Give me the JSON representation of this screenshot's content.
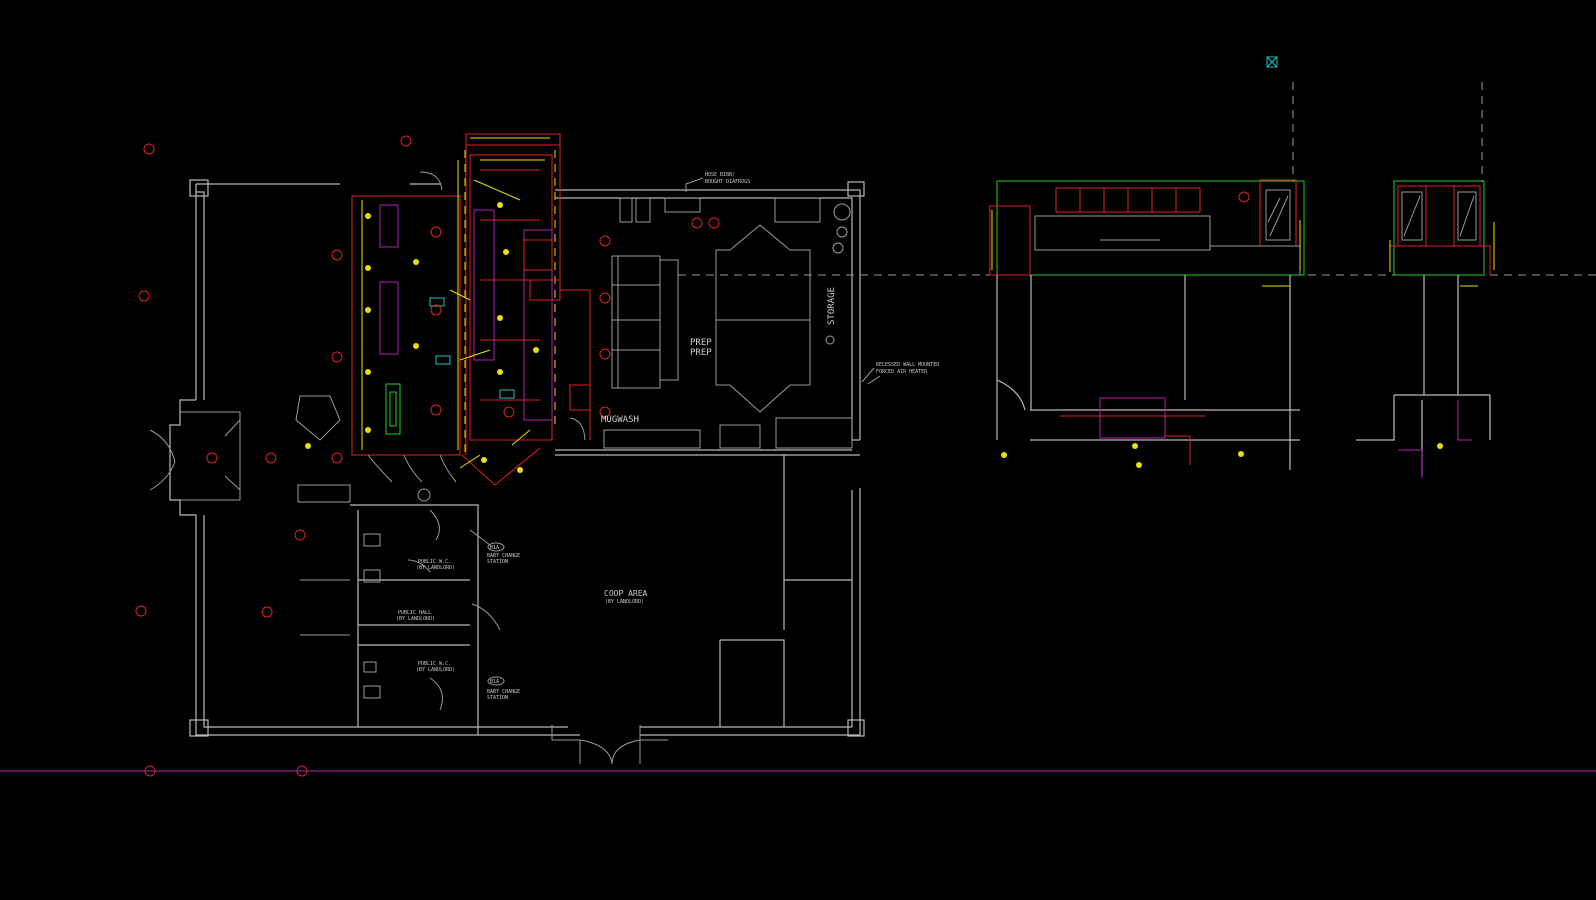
{
  "drawing": {
    "rooms": {
      "prep": "PREP",
      "prep2": "PREP",
      "storage": "STORAGE",
      "mugwash": "MUGWASH",
      "coop_area": "COOP AREA",
      "coop_area_note": "(BY LANDLORD)",
      "public_wc_1": "PUBLIC W.C.",
      "public_wc_1_note": "(BY LANDLORD)",
      "public_hall": "PUBLIC HALL",
      "public_hall_note": "(BY LANDLORD)",
      "public_wc_2": "PUBLIC W.C.",
      "public_wc_2_note": "(BY LANDLORD)"
    },
    "notes": {
      "heater_1": "RECESSED WALL MOUNTED",
      "heater_2": "FORCED AIR HEATER",
      "baby_change_1a": "BABY CHANGE",
      "baby_change_1b": "STATION",
      "baby_change_2a": "BABY CHANGE",
      "baby_change_2b": "STATION",
      "tag_1": "B1A",
      "tag_2": "B1A",
      "hose_bibb_1": "HOSE BIBB/",
      "hose_bibb_2": "BOUGHT DIAFROGS"
    },
    "colors": {
      "background": "#000000",
      "wall": "#b8b8b8",
      "red_layer": "#e02020",
      "yellow_layer": "#e8e000",
      "green_layer": "#20d020",
      "magenta_layer": "#b020b0",
      "cyan_layer": "#20c0c0"
    }
  }
}
